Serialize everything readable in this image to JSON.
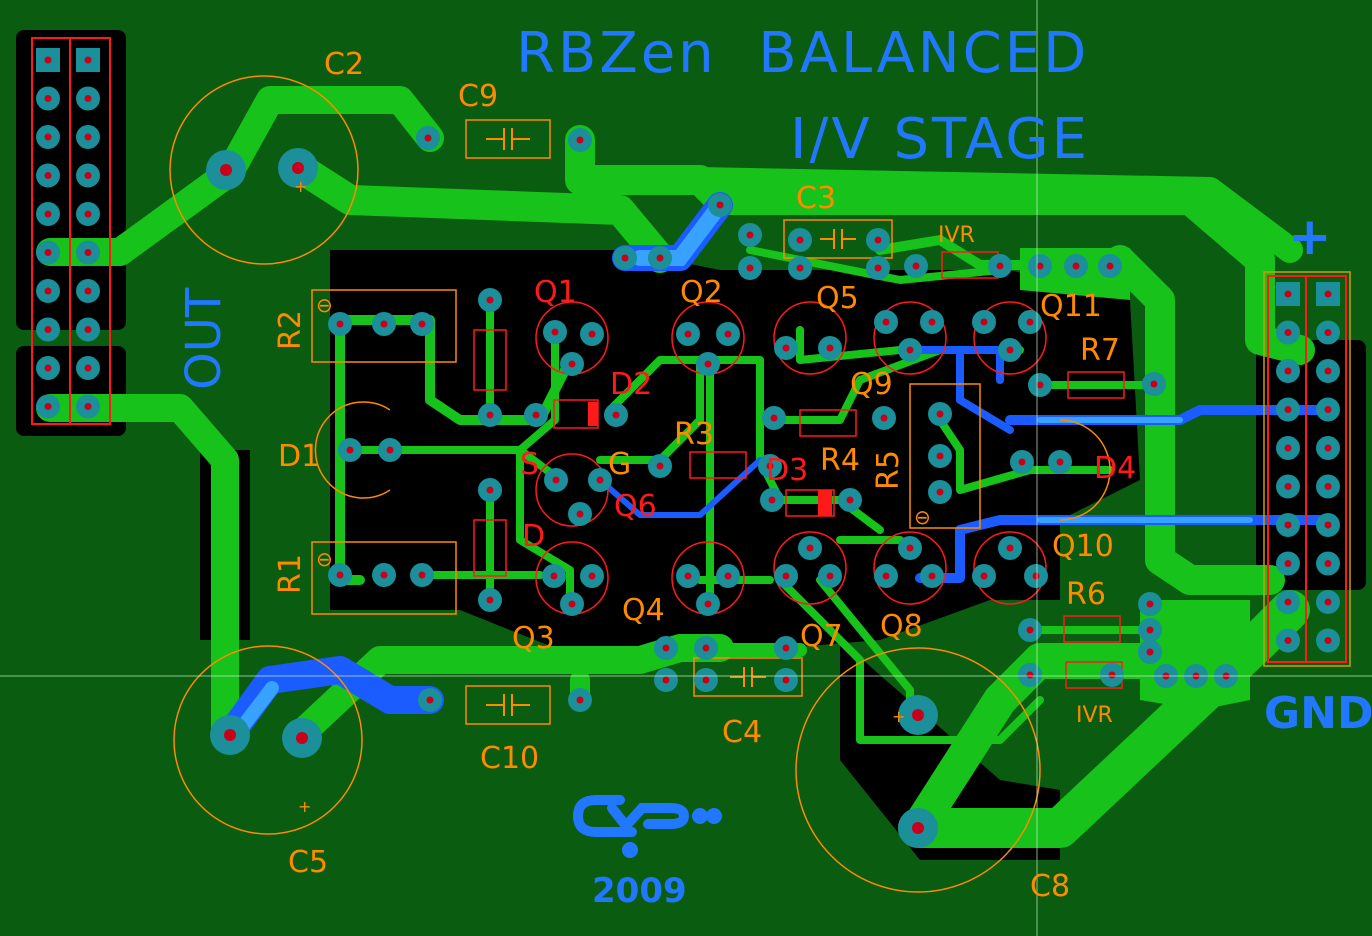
{
  "title": {
    "line1": "RBZen  BALANCED",
    "line2": "I/V STAGE"
  },
  "labels": {
    "out": "OUT",
    "gnd": "GND",
    "plus": "+",
    "year": "2009"
  },
  "components": {
    "C2": "C2",
    "C9": "C9",
    "C3": "C3",
    "C4": "C4",
    "C5": "C5",
    "C8": "C8",
    "C10": "C10",
    "R1": "R1",
    "R2": "R2",
    "R3": "R3",
    "R4": "R4",
    "R5": "R5",
    "R6": "R6",
    "R7": "R7",
    "D1": "D1",
    "D2": "D2",
    "D3": "D3",
    "D4": "D4",
    "Q1": "Q1",
    "Q2": "Q2",
    "Q3": "Q3",
    "Q4": "Q4",
    "Q5": "Q5",
    "Q6": "Q6",
    "Q7": "Q7",
    "Q8": "Q8",
    "Q9": "Q9",
    "Q10": "Q10",
    "Q11": "Q11",
    "IVR1": "IVR",
    "IVR2": "IVR",
    "S": "S",
    "G": "G",
    "D": "D"
  },
  "colors": {
    "board": "#0a5c10",
    "copper_top": "#17c21a",
    "copper_bottom": "#1a5cff",
    "silk_orange": "#ff8a00",
    "silk_red": "#ff1a1a",
    "silk_blue": "#2277ff",
    "pad": "#1b8f9a",
    "drill": "#c8001a"
  }
}
